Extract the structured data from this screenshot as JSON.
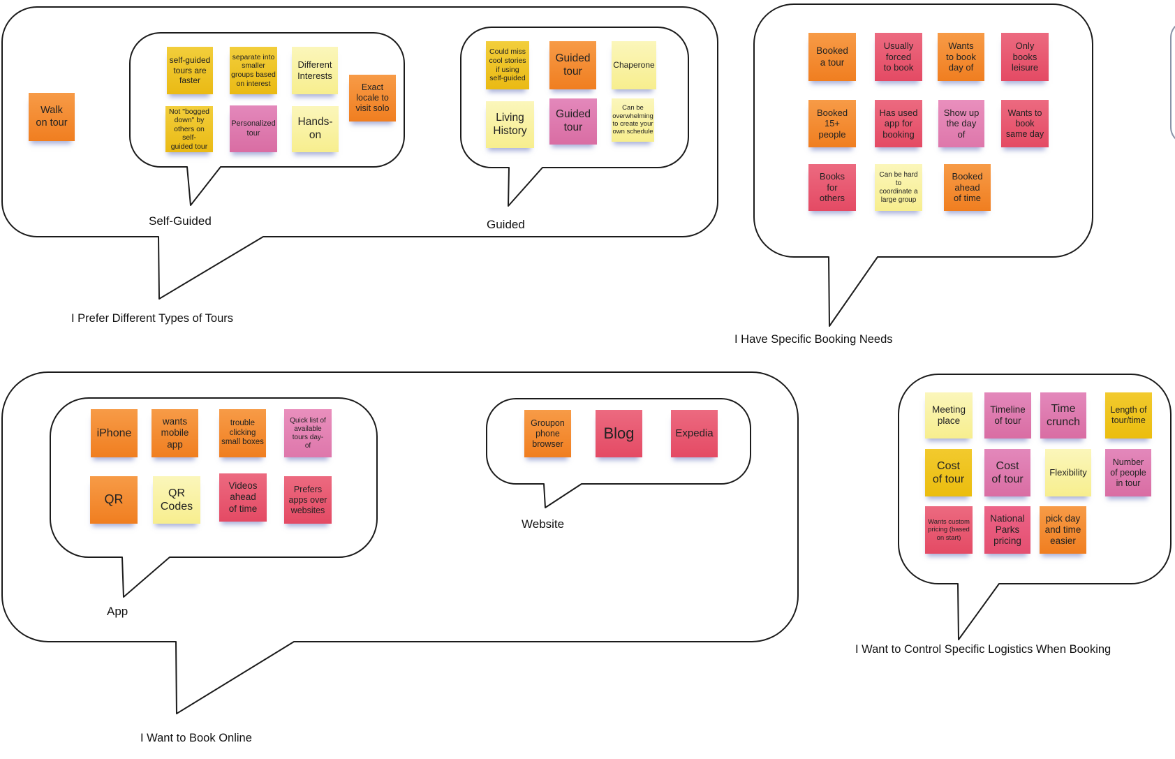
{
  "palette": {
    "orange": "#f5822d",
    "golden": "#edc229",
    "pale_yellow": "#faf3a6",
    "pink": "#dd76ab",
    "pink_light": "#e283b4",
    "red": "#e85a70",
    "red_pink": "#e85c7e",
    "gold": "#eec31d",
    "outline": "#1a1a1a",
    "background": "#ffffff"
  },
  "clusters": {
    "tours": {
      "label": "I Prefer Different Types of Tours",
      "walk_note": "Walk\non tour",
      "self_guided": {
        "label": "Self-Guided",
        "notes": [
          "self-guided\ntours are\nfaster",
          "separate into\nsmaller\ngroups based\non interest",
          "Different\nInterests",
          "Not \"bogged\ndown\" by\nothers on self-\nguided tour",
          "Personalized\ntour",
          "Hands-\non",
          "Exact\nlocale to\nvisit solo"
        ]
      },
      "guided": {
        "label": "Guided",
        "notes": [
          "Could miss\ncool stories\nif using\nself-guided",
          "Guided\ntour",
          "Chaperone",
          "Living\nHistory",
          "Guided\ntour",
          "Can be\noverwhelming\nto create your\nown schedule"
        ]
      }
    },
    "booking": {
      "label": "I Have Specific Booking Needs",
      "notes": [
        "Booked\na tour",
        "Usually\nforced\nto book",
        "Wants\nto book\nday of",
        "Only\nbooks\nleisure",
        "Booked\n15+\npeople",
        "Has used\napp for\nbooking",
        "Show up\nthe day\nof",
        "Wants to\nbook\nsame day",
        "Books\nfor\nothers",
        "Can be hard\nto\ncoordinate a\nlarge group",
        "Booked\nahead\nof time"
      ]
    },
    "online": {
      "label": "I Want to Book Online",
      "app": {
        "label": "App",
        "notes": [
          "iPhone",
          "wants\nmobile\napp",
          "trouble\nclicking\nsmall boxes",
          "Quick list of\navailable\ntours day-\nof",
          "QR",
          "QR\nCodes",
          "Videos\nahead\nof time",
          "Prefers\napps over\nwebsites"
        ]
      },
      "website": {
        "label": "Website",
        "notes": [
          "Groupon\nphone\nbrowser",
          "Blog",
          "Expedia"
        ]
      }
    },
    "logistics": {
      "label": "I Want to Control Specific Logistics When Booking",
      "notes": [
        "Meeting\nplace",
        "Timeline\nof tour",
        "Time\ncrunch",
        "Length of\ntour/time",
        "Cost\nof tour",
        "Cost\nof tour",
        "Flexibility",
        "Number\nof people\nin tour",
        "Wants custom\npricing (based\non start)",
        "National\nParks\npricing",
        "pick day\nand time\neasier"
      ]
    }
  }
}
